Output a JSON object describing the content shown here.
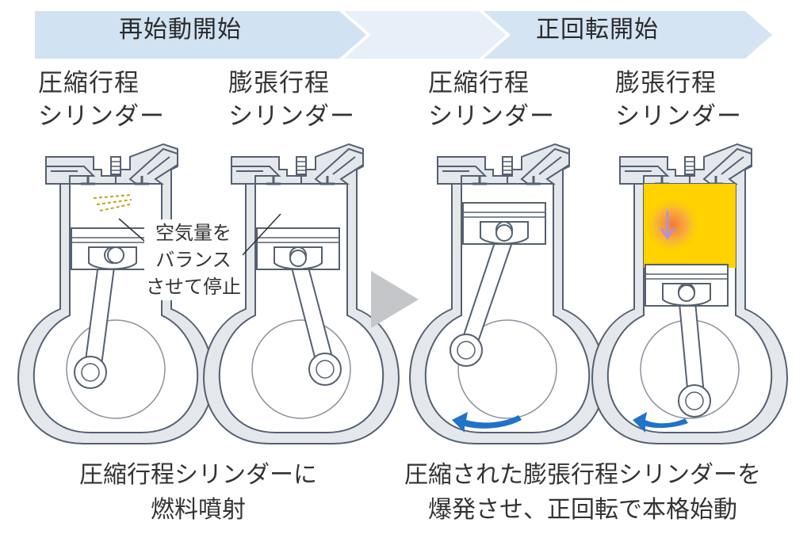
{
  "banner": {
    "left": "再始動開始",
    "right": "正回転開始"
  },
  "cylinders": [
    {
      "line1": "圧縮行程",
      "line2": "シリンダー"
    },
    {
      "line1": "膨張行程",
      "line2": "シリンダー"
    },
    {
      "line1": "圧縮行程",
      "line2": "シリンダー"
    },
    {
      "line1": "膨張行程",
      "line2": "シリンダー"
    }
  ],
  "note": {
    "line1": "空気量を",
    "line2": "バランス",
    "line3": "させて停止"
  },
  "captions": {
    "left": {
      "line1": "圧縮行程シリンダーに",
      "line2": "燃料噴射"
    },
    "right": {
      "line1": "圧縮された膨張行程シリンダーを",
      "line2": "爆発させ、正回転で本格始動"
    }
  },
  "colors": {
    "banner": "#d3e3f2",
    "cylinder_wall": "#e4e8ed",
    "outline": "#556070",
    "arrow_blue": "#1e73c8",
    "explosion": "#ffd200",
    "fuel_spray": "#c8a020"
  },
  "icons": [
    "next-step-triangle-icon",
    "rotation-arrow-icon",
    "explosion-icon",
    "spark-plug-icon"
  ]
}
